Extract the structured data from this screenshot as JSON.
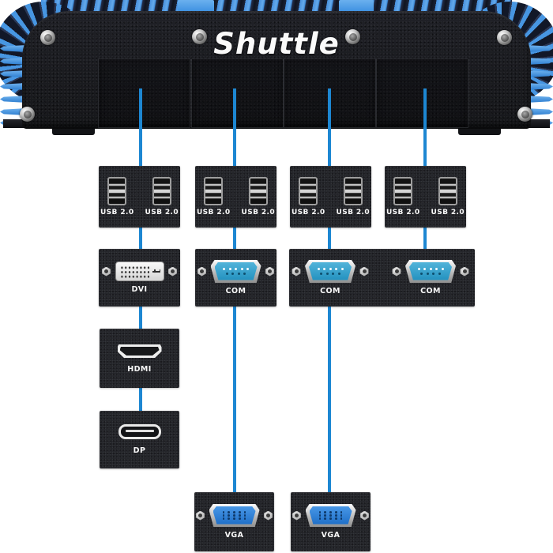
{
  "brand": {
    "logo_text": "Shuttle"
  },
  "colors": {
    "connector_line": "#1d87d2",
    "fin_blue": "#4796e2",
    "panel_black": "#1a1b1f",
    "com_face_blue": "#2f9fca",
    "vga_face_blue": "#2b7fd8"
  },
  "columns": [
    {
      "id": "column-1",
      "modules": [
        {
          "type": "usb-dual",
          "port_labels": [
            "USB 2.0",
            "USB 2.0"
          ]
        },
        {
          "type": "dvi",
          "label": "DVI"
        },
        {
          "type": "hdmi",
          "label": "HDMI"
        },
        {
          "type": "dp",
          "label": "DP"
        }
      ]
    },
    {
      "id": "column-2",
      "modules": [
        {
          "type": "usb-dual",
          "port_labels": [
            "USB 2.0",
            "USB 2.0"
          ]
        },
        {
          "type": "com",
          "label": "COM"
        },
        {
          "type": "vga",
          "label": "VGA"
        }
      ]
    },
    {
      "id": "column-3",
      "modules": [
        {
          "type": "usb-dual",
          "port_labels": [
            "USB 2.0",
            "USB 2.0"
          ]
        },
        {
          "type": "com",
          "label": "COM"
        },
        {
          "type": "vga",
          "label": "VGA"
        }
      ]
    },
    {
      "id": "column-4",
      "modules": [
        {
          "type": "usb-dual",
          "port_labels": [
            "USB 2.0",
            "USB 2.0"
          ]
        },
        {
          "type": "com",
          "label": "COM"
        }
      ]
    }
  ]
}
